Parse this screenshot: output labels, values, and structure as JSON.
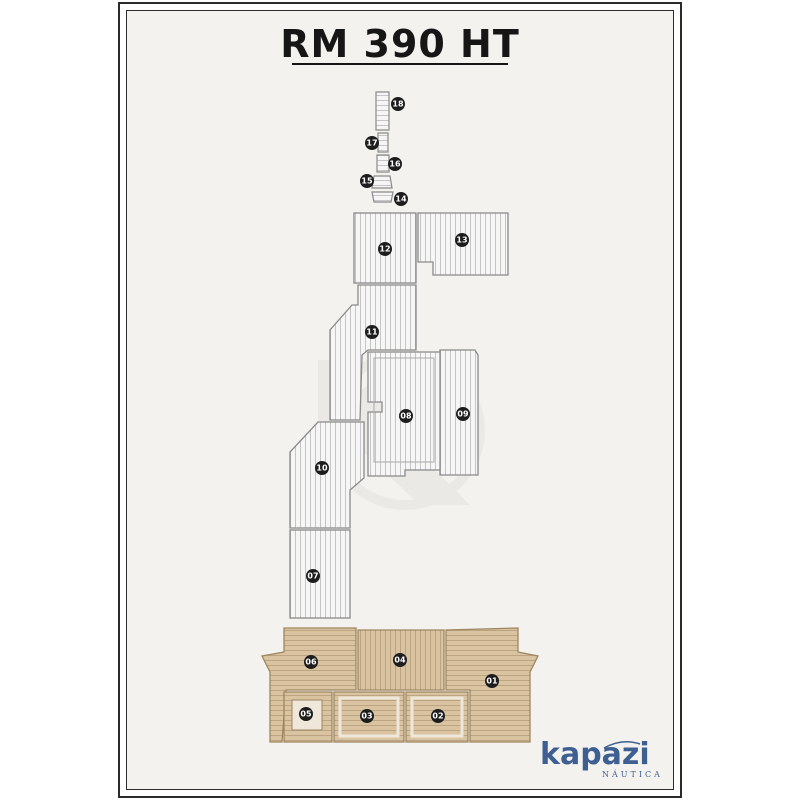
{
  "title": "RM 390 HT",
  "brand": {
    "name": "kapazi",
    "subtitle": "NÁUTICA"
  },
  "colors": {
    "frame": "#2b2b2b",
    "white_panel": "#f6f6f6",
    "white_line": "#b9b9b9",
    "beige_panel": "#d9c3a1",
    "beige_line": "#b59c77",
    "badge": "#1d1d1d",
    "brand": "#3d5f92",
    "watermark": "#e6e5e2"
  },
  "pieces": [
    {
      "id": "18",
      "label": "18",
      "finish": "white"
    },
    {
      "id": "17",
      "label": "17",
      "finish": "white"
    },
    {
      "id": "16",
      "label": "16",
      "finish": "white"
    },
    {
      "id": "15",
      "label": "15",
      "finish": "white"
    },
    {
      "id": "14",
      "label": "14",
      "finish": "white"
    },
    {
      "id": "13",
      "label": "13",
      "finish": "white"
    },
    {
      "id": "12",
      "label": "12",
      "finish": "white"
    },
    {
      "id": "11",
      "label": "11",
      "finish": "white"
    },
    {
      "id": "10",
      "label": "10",
      "finish": "white"
    },
    {
      "id": "09",
      "label": "09",
      "finish": "white"
    },
    {
      "id": "08",
      "label": "08",
      "finish": "white"
    },
    {
      "id": "07",
      "label": "07",
      "finish": "white"
    },
    {
      "id": "06",
      "label": "06",
      "finish": "beige"
    },
    {
      "id": "05",
      "label": "05",
      "finish": "beige"
    },
    {
      "id": "04",
      "label": "04",
      "finish": "beige"
    },
    {
      "id": "03",
      "label": "03",
      "finish": "beige"
    },
    {
      "id": "02",
      "label": "02",
      "finish": "beige"
    },
    {
      "id": "01",
      "label": "01",
      "finish": "beige"
    }
  ]
}
